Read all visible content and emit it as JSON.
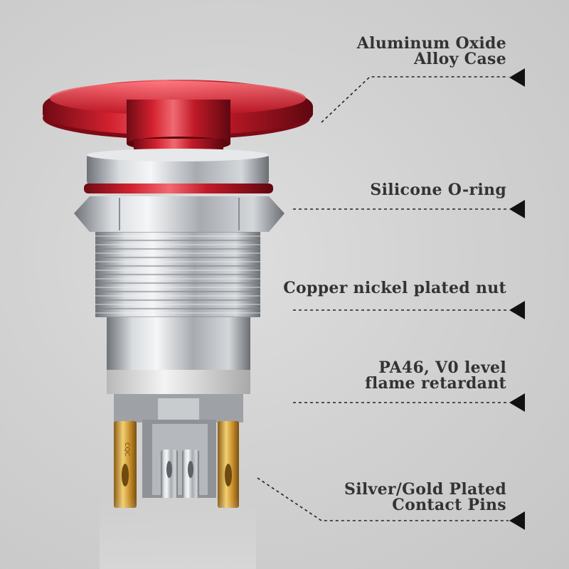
{
  "callouts": [
    {
      "id": "case",
      "lines": [
        "Aluminum Oxide",
        "Alloy Case"
      ]
    },
    {
      "id": "oring",
      "lines": [
        "Silicone O-ring"
      ]
    },
    {
      "id": "nut",
      "lines": [
        "Copper nickel plated nut"
      ]
    },
    {
      "id": "housing",
      "lines": [
        "PA46, V0 level",
        "flame retardant"
      ]
    },
    {
      "id": "pins",
      "lines": [
        "Silver/Gold Plated",
        "Contact Pins"
      ]
    }
  ],
  "pin_marking": "CQC",
  "colors": {
    "cap_red": "#c0152a",
    "metal": "#b9bcc0",
    "gold": "#d9a740",
    "text": "#333333",
    "arrow": "#111111"
  }
}
